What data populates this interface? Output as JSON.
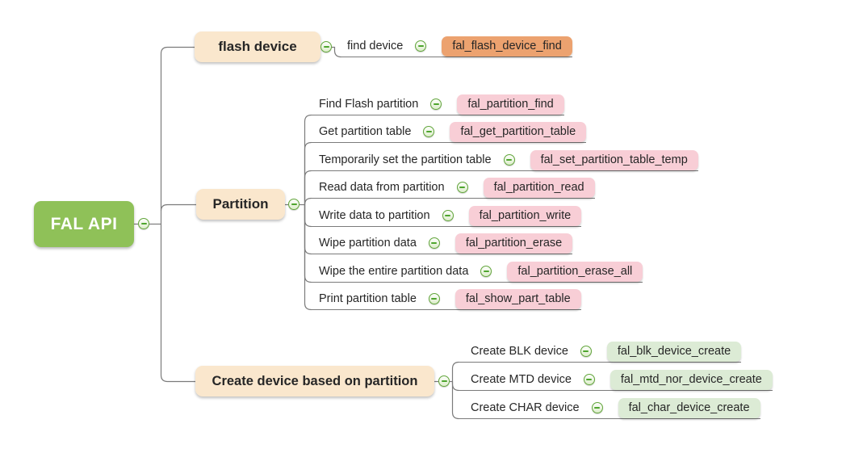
{
  "root": {
    "label": "FAL API"
  },
  "branches": [
    {
      "label": "flash device",
      "children": [
        {
          "label": "find device",
          "func": "fal_flash_device_find"
        }
      ]
    },
    {
      "label": "Partition",
      "children": [
        {
          "label": "Find Flash partition",
          "func": "fal_partition_find"
        },
        {
          "label": "Get partition table",
          "func": "fal_get_partition_table"
        },
        {
          "label": "Temporarily set the partition table",
          "func": "fal_set_partition_table_temp"
        },
        {
          "label": "Read data from partition",
          "func": "fal_partition_read"
        },
        {
          "label": "Write data to partition",
          "func": "fal_partition_write"
        },
        {
          "label": "Wipe partition data",
          "func": "fal_partition_erase"
        },
        {
          "label": "Wipe the entire partition data",
          "func": "fal_partition_erase_all"
        },
        {
          "label": "Print partition table",
          "func": "fal_show_part_table"
        }
      ]
    },
    {
      "label": "Create device based on partition",
      "children": [
        {
          "label": "Create BLK device",
          "func": "fal_blk_device_create"
        },
        {
          "label": "Create MTD device",
          "func": "fal_mtd_nor_device_create"
        },
        {
          "label": "Create CHAR device",
          "func": "fal_char_device_create"
        }
      ]
    }
  ],
  "icons": {
    "collapse": "minus-circle"
  },
  "colors": {
    "root_bg": "#8fc158",
    "root_text": "#ffffff",
    "branch_bg": "#fae7cd",
    "branch_text": "#262626",
    "flash_func_bg": "#eca26f",
    "partition_func_bg": "#f8ced6",
    "create_func_bg": "#dcebd5",
    "line": "#7b7b7b",
    "collapse_border": "#61a53a",
    "collapse_minus": "#4ea52e"
  }
}
